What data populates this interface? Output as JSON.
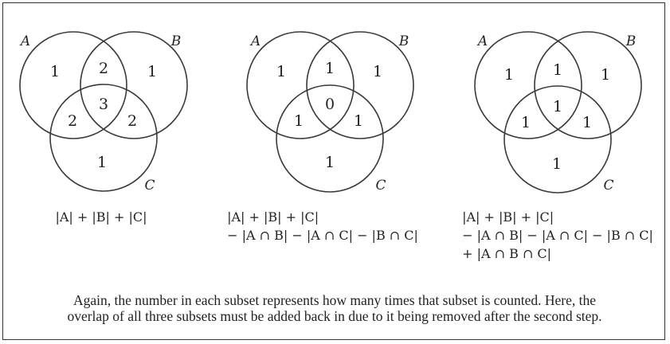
{
  "diagrams": [
    {
      "labels": {
        "a": "A",
        "b": "B",
        "c": "C"
      },
      "counts": {
        "a_only": "1",
        "b_only": "1",
        "c_only": "1",
        "ab": "2",
        "ac": "2",
        "bc": "2",
        "abc": "3"
      },
      "formula_lines": [
        "|A| + |B| + |C|"
      ]
    },
    {
      "labels": {
        "a": "A",
        "b": "B",
        "c": "C"
      },
      "counts": {
        "a_only": "1",
        "b_only": "1",
        "c_only": "1",
        "ab": "1",
        "ac": "1",
        "bc": "1",
        "abc": "0"
      },
      "formula_lines": [
        "|A| + |B| + |C|",
        "− |A ∩ B| − |A ∩ C| − |B ∩ C|"
      ]
    },
    {
      "labels": {
        "a": "A",
        "b": "B",
        "c": "C"
      },
      "counts": {
        "a_only": "1",
        "b_only": "1",
        "c_only": "1",
        "ab": "1",
        "ac": "1",
        "bc": "1",
        "abc": "1"
      },
      "formula_lines": [
        "|A| + |B| + |C|",
        "− |A ∩ B| − |A ∩ C| − |B ∩ C|",
        "+ |A ∩ B ∩ C|"
      ]
    }
  ],
  "caption": {
    "line1": "Again, the number in each subset represents how many times that subset is counted. Here, the",
    "line2": "overlap of all three subsets must be added back in due to it being removed after the second step."
  }
}
